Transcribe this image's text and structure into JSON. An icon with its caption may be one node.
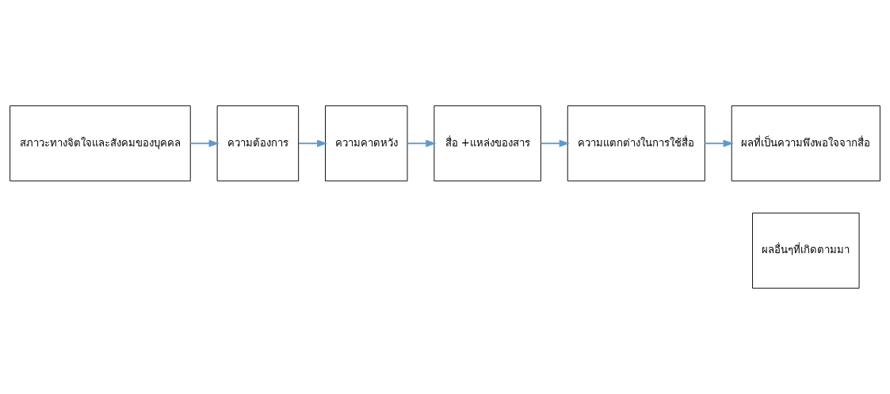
{
  "diagram": {
    "nodes": [
      {
        "text": [
          "สภาวะทางจิตใจและสังคมของบุคคล"
        ]
      },
      {
        "text": [
          "ความต้องการ"
        ]
      },
      {
        "text": [
          "ความคาดหวัง"
        ]
      },
      {
        "text": [
          "สื่อ +แหล่งของสาร"
        ]
      },
      {
        "text": [
          "ความแตกต่างในการใช้สื่อ"
        ]
      },
      {
        "text": [
          "ผลที่เป็นความพึงพอใจจากสื่อ"
        ]
      },
      {
        "text": [
          "ผลอื่นๆที่เกิดตามมา"
        ]
      }
    ],
    "edges": [
      {
        "from": 0,
        "to": 1,
        "arrow": "to"
      },
      {
        "from": 1,
        "to": 2,
        "arrow": "to"
      },
      {
        "from": 2,
        "to": 3,
        "arrow": "to"
      },
      {
        "from": 3,
        "to": 4,
        "arrow": "to"
      },
      {
        "from": 4,
        "to": 5,
        "arrow": "to"
      }
    ]
  }
}
